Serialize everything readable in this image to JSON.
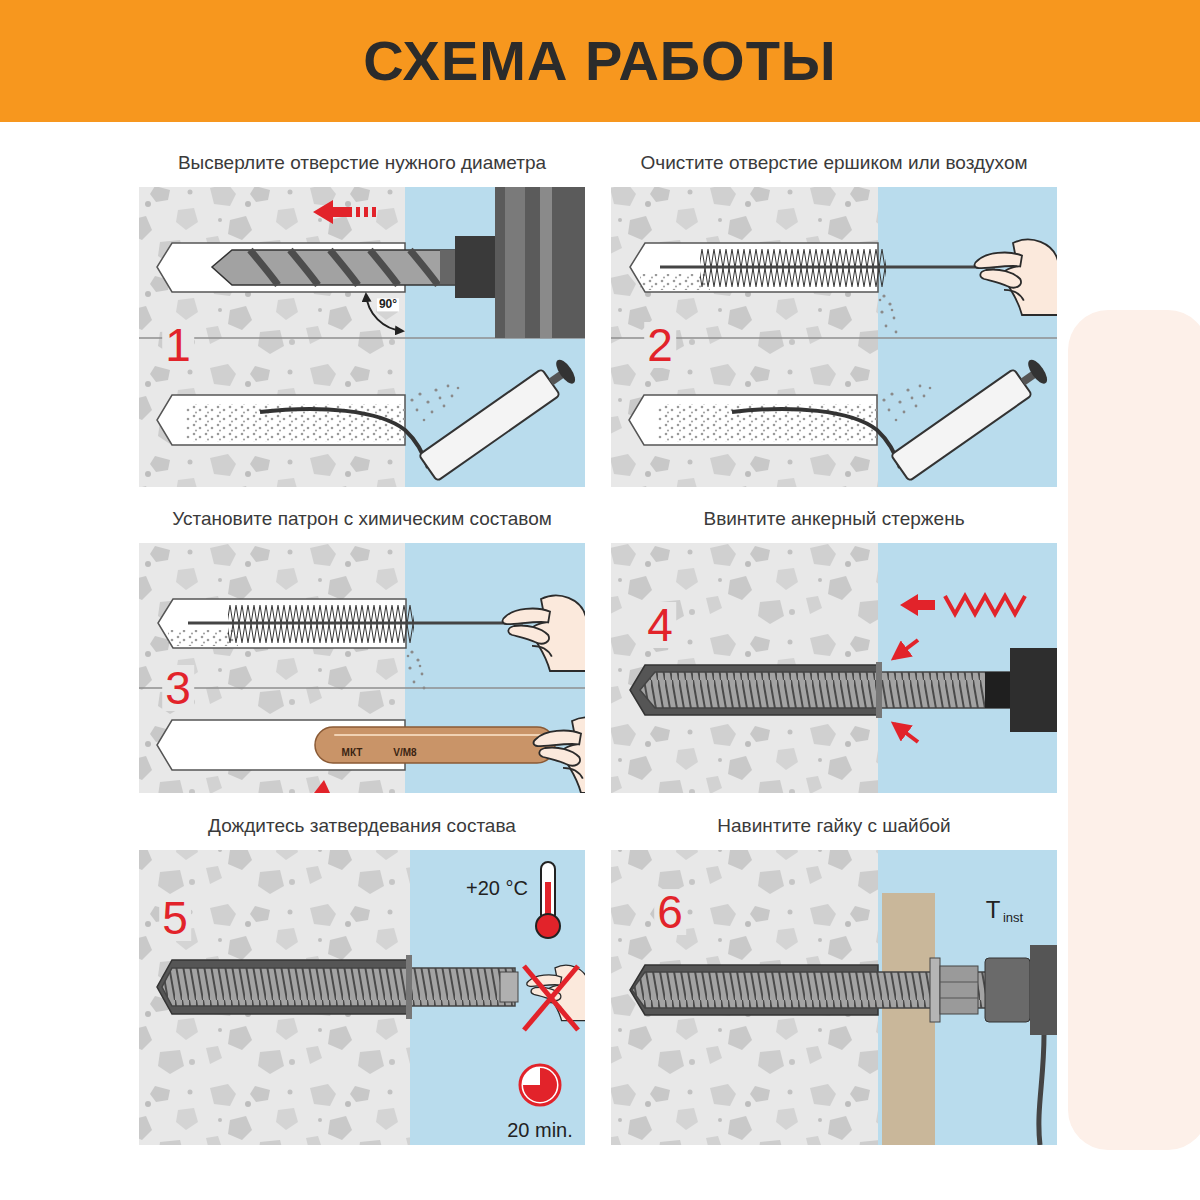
{
  "diagram": {
    "title": "СХЕМА РАБОТЫ",
    "nodes": [
      {
        "text": [
          "Высверлите отверстие нужного диаметра",
          "1"
        ]
      },
      {
        "text": [
          "Очистите отверстие ершиком или воздухом",
          "2"
        ]
      },
      {
        "text": [
          "Установите патрон с химическим составом",
          "3"
        ]
      },
      {
        "text": [
          "Ввинтите анкерный стержень",
          "4"
        ]
      },
      {
        "text": [
          "Дождитесь затвердевания состава",
          "5"
        ]
      },
      {
        "text": [
          "Навинтите гайку с шайбой",
          "6"
        ]
      }
    ],
    "labels": [
      "90°",
      "МКТ",
      "V/M8",
      "+20 °C",
      "20 min.",
      "T",
      "inst"
    ]
  }
}
